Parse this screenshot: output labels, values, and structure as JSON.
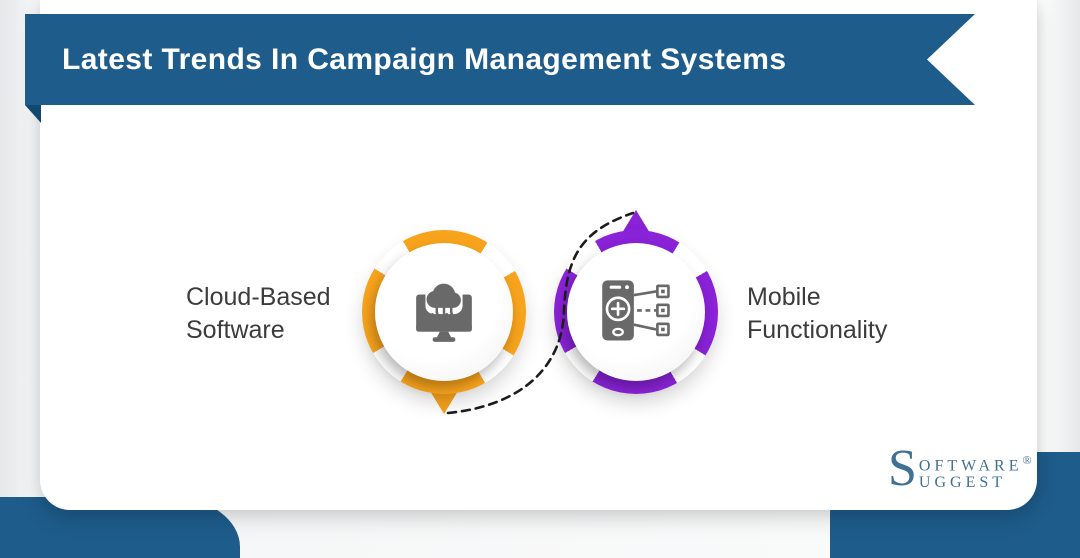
{
  "banner": {
    "title": "Latest Trends In Campaign Management Systems"
  },
  "trends": [
    {
      "title_line1": "Cloud-Based",
      "title_line2": "Software",
      "color": "#F7A31C",
      "icon": "cloud-software-icon"
    },
    {
      "title_line1": "Mobile",
      "title_line2": "Functionality",
      "color": "#8A22D8",
      "icon": "mobile-functionality-icon"
    }
  ],
  "logo": {
    "initial": "S",
    "word1_rest": "OFTWARE",
    "registered": "®",
    "word2_rest": "UGGEST"
  },
  "colors": {
    "banner_blue": "#1E5C8B",
    "corner_blue": "#1E5C8B",
    "fold_blue": "#11486F",
    "icon_gray": "#696969",
    "label_text": "#3C3C3C",
    "logo_blue": "#3E7194",
    "connector": "#1C1C1C"
  }
}
